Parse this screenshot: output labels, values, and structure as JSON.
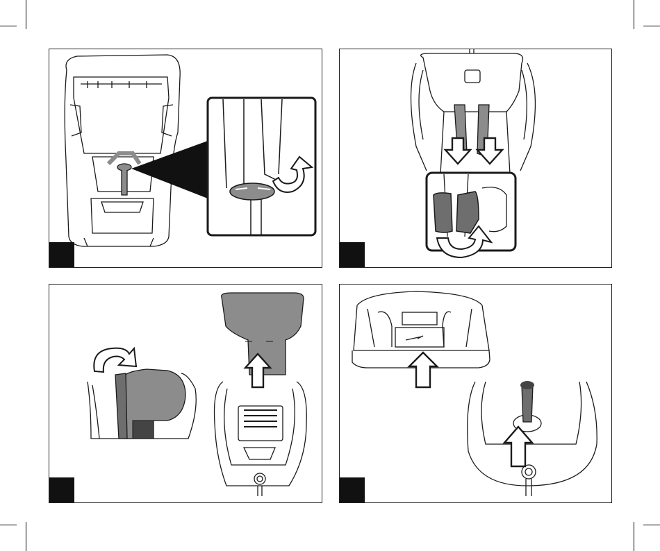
{
  "page": {
    "background": "#ffffff",
    "ink": "#1a1a1a",
    "fill_gray": "#8c8c8c",
    "dark_gray": "#6e6e6e"
  },
  "panels": [
    {
      "id": "panel-1",
      "step_label": "",
      "icons": [
        "car-seat-top-view",
        "harness-buckle-zoom-icon",
        "curved-arrow-icon"
      ]
    },
    {
      "id": "panel-2",
      "step_label": "",
      "icons": [
        "car-seat-front-view",
        "down-arrow-icon",
        "down-arrow-icon",
        "shoulder-pad-zoom-icon",
        "curved-arrow-icon"
      ]
    },
    {
      "id": "panel-3",
      "step_label": "",
      "icons": [
        "headrest-side-view",
        "rotate-arrow-icon",
        "seat-cover-front-view",
        "up-arrow-icon"
      ]
    },
    {
      "id": "panel-4",
      "step_label": "",
      "icons": [
        "seat-shell-underside-view",
        "up-arrow-icon",
        "crotch-strap-view",
        "up-arrow-icon"
      ]
    }
  ]
}
